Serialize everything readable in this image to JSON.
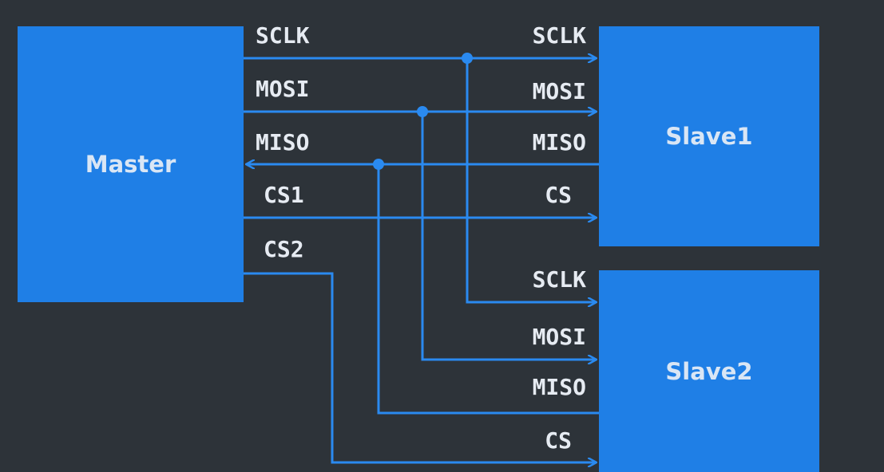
{
  "blocks": {
    "master": "Master",
    "slave1": "Slave1",
    "slave2": "Slave2"
  },
  "master_pins": {
    "sclk": "SCLK",
    "mosi": "MOSI",
    "miso": "MISO",
    "cs1": "CS1",
    "cs2": "CS2"
  },
  "slave1_pins": {
    "sclk": "SCLK",
    "mosi": "MOSI",
    "miso": "MISO",
    "cs": "CS"
  },
  "slave2_pins": {
    "sclk": "SCLK",
    "mosi": "MOSI",
    "miso": "MISO",
    "cs": "CS"
  },
  "colors": {
    "block_fill": "#1f7fe6",
    "wire": "#2a8af0",
    "background": "#2d3339"
  }
}
